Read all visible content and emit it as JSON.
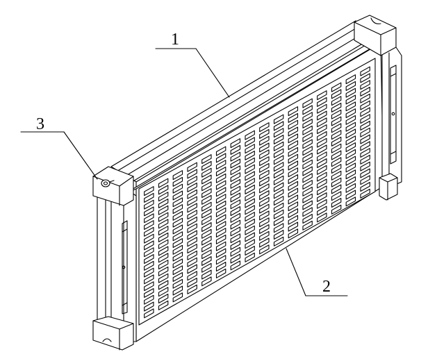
{
  "diagram": {
    "callouts": [
      {
        "id": "1",
        "label": "1"
      },
      {
        "id": "2",
        "label": "2"
      },
      {
        "id": "3",
        "label": "3"
      }
    ],
    "grid": {
      "columns": 16,
      "rows": 19
    },
    "colors": {
      "stroke": "#000000",
      "background": "#ffffff"
    }
  }
}
